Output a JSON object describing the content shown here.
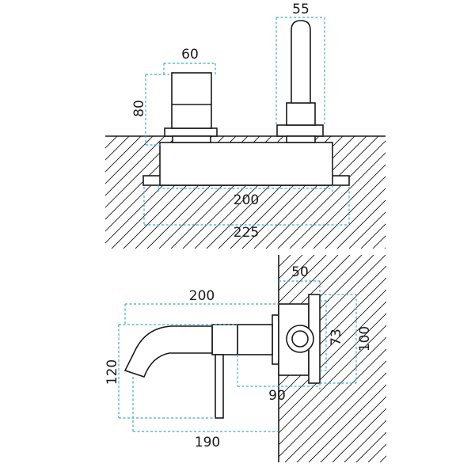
{
  "top_view": {
    "dimensions": {
      "handle_width": "60",
      "handle_height": "80",
      "spout_width": "55",
      "body_width": "200",
      "plate_width": "225"
    }
  },
  "side_view": {
    "dimensions": {
      "spout_length": "200",
      "height": "120",
      "plate_depth": "50",
      "rosette_height": "73",
      "plate_height": "100",
      "rosette_offset": "90",
      "lever_distance": "190"
    }
  },
  "colors": {
    "dimension_line": "#3fa9d8",
    "outline": "#1a1a1a",
    "hatch": "#1a1a1a"
  }
}
